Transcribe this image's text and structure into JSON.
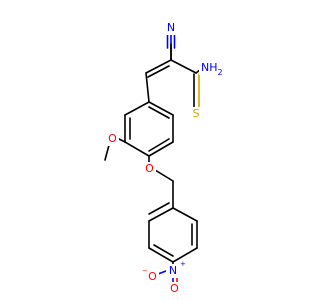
{
  "molecule": {
    "colors": {
      "carbon": "#000000",
      "nitrogen": "#0000ff",
      "oxygen": "#ff0000",
      "sulfur": "#ccaa00"
    },
    "labels": {
      "nitrile_n": "N",
      "amide_nh2": "NH",
      "amide_nh2_sub": "2",
      "thio_s": "S",
      "methoxy_o": "O",
      "ether_o": "O",
      "nitro_n": "N",
      "nitro_n_charge": "+",
      "nitro_o_top": "O",
      "nitro_o_side": "O",
      "nitro_o_side_charge": "−"
    }
  }
}
